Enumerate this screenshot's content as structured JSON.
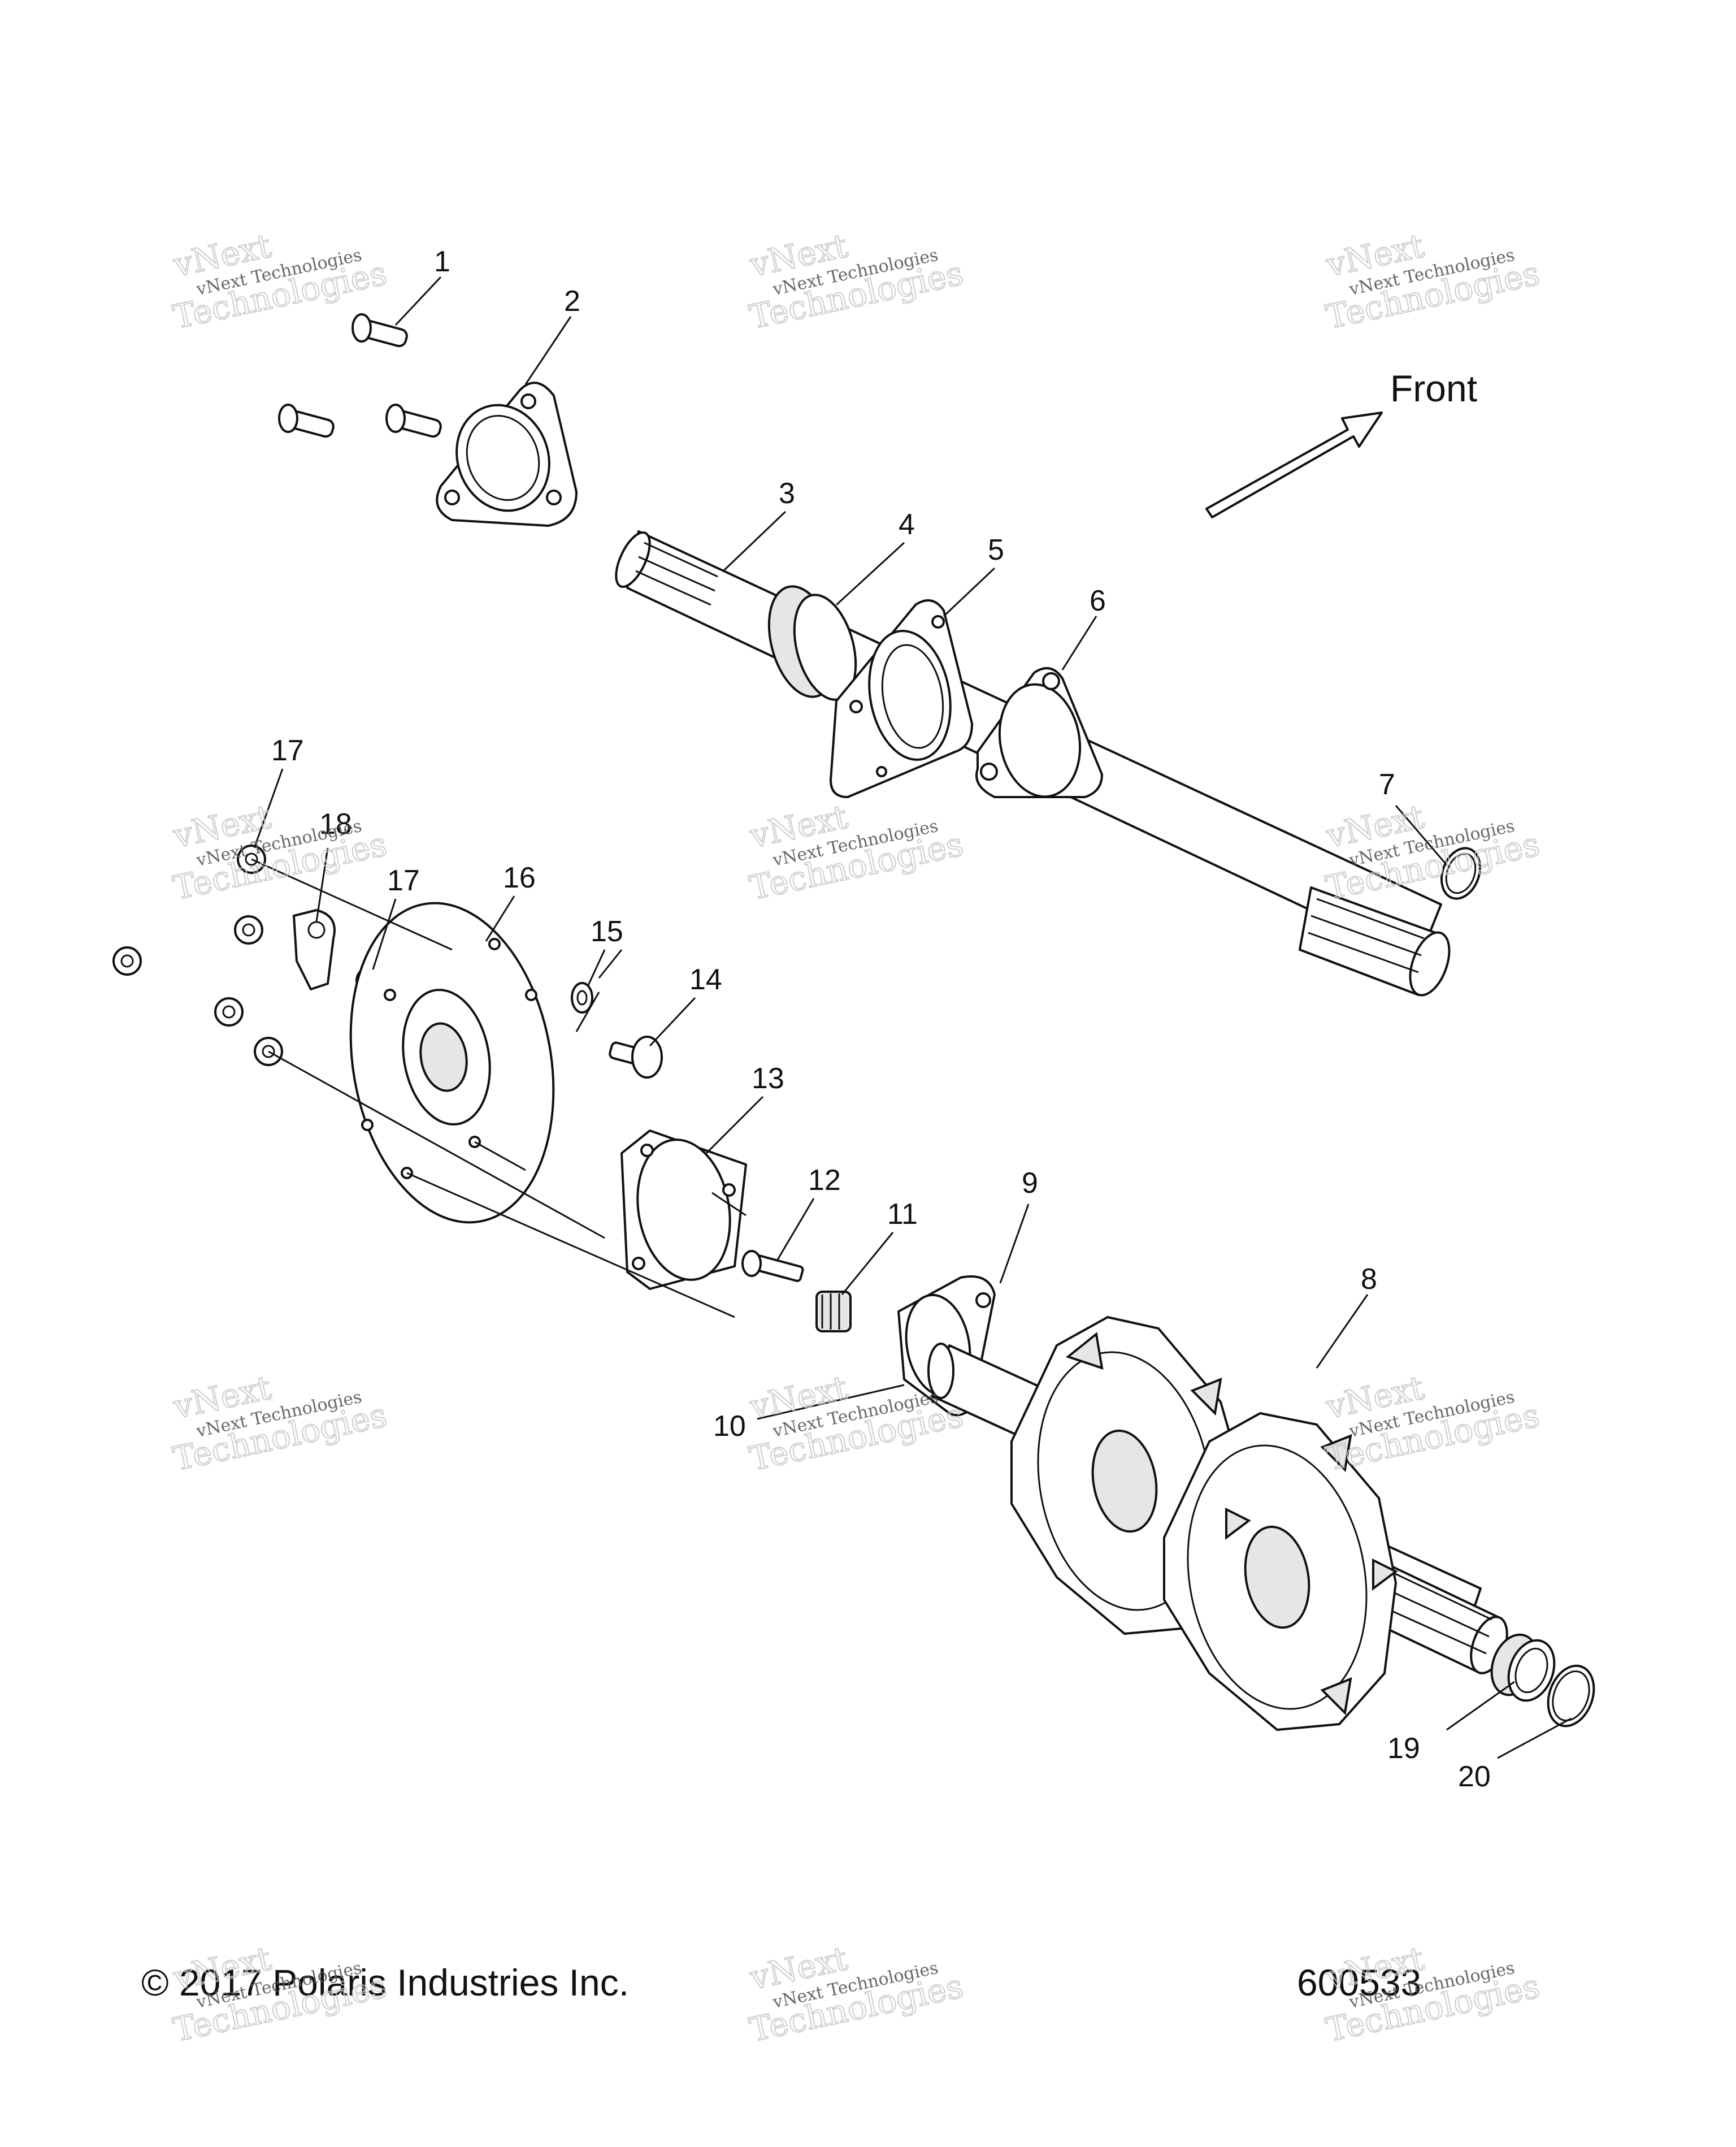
{
  "front_label": "Front",
  "copyright": "© 2017 Polaris Industries Inc.",
  "drawing_number": "600533",
  "watermark": {
    "line1": "vNext Technologies",
    "line2": "Technologies",
    "line3": "vNext"
  },
  "callouts": [
    {
      "id": "c1",
      "label": "1"
    },
    {
      "id": "c2",
      "label": "2"
    },
    {
      "id": "c3",
      "label": "3"
    },
    {
      "id": "c4",
      "label": "4"
    },
    {
      "id": "c5",
      "label": "5"
    },
    {
      "id": "c6",
      "label": "6"
    },
    {
      "id": "c7",
      "label": "7"
    },
    {
      "id": "c8",
      "label": "8"
    },
    {
      "id": "c9",
      "label": "9"
    },
    {
      "id": "c10",
      "label": "10"
    },
    {
      "id": "c11",
      "label": "11"
    },
    {
      "id": "c12",
      "label": "12"
    },
    {
      "id": "c13",
      "label": "13"
    },
    {
      "id": "c14",
      "label": "14"
    },
    {
      "id": "c15",
      "label": "15"
    },
    {
      "id": "c16",
      "label": "16"
    },
    {
      "id": "c17a",
      "label": "17"
    },
    {
      "id": "c17b",
      "label": "17"
    },
    {
      "id": "c18",
      "label": "18"
    },
    {
      "id": "c19",
      "label": "19"
    },
    {
      "id": "c20",
      "label": "20"
    }
  ]
}
